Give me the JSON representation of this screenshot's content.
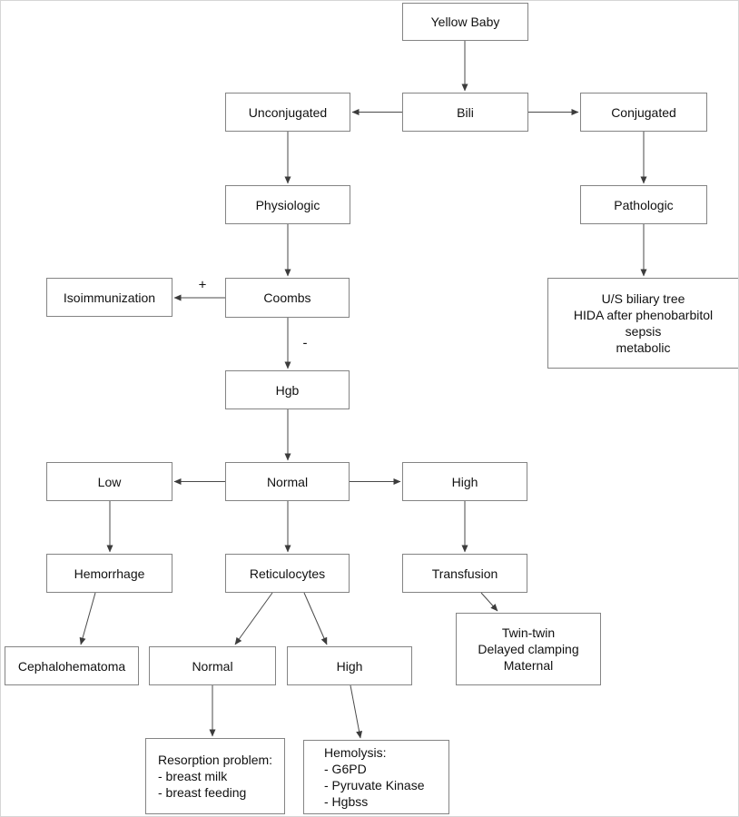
{
  "flowchart": {
    "nodes": [
      {
        "id": "yellow-baby",
        "label": "Yellow Baby"
      },
      {
        "id": "bili",
        "label": "Bili"
      },
      {
        "id": "unconjugated",
        "label": "Unconjugated"
      },
      {
        "id": "conjugated",
        "label": "Conjugated"
      },
      {
        "id": "physiologic",
        "label": "Physiologic"
      },
      {
        "id": "pathologic",
        "label": "Pathologic"
      },
      {
        "id": "isoimmunization",
        "label": "Isoimmunization"
      },
      {
        "id": "coombs",
        "label": "Coombs"
      },
      {
        "id": "conjugated-workup",
        "lines": [
          "U/S biliary tree",
          "HIDA after phenobarbitol",
          "sepsis",
          "metabolic"
        ]
      },
      {
        "id": "hgb",
        "label": "Hgb"
      },
      {
        "id": "hgb-low",
        "label": "Low"
      },
      {
        "id": "hgb-normal",
        "label": "Normal"
      },
      {
        "id": "hgb-high",
        "label": "High"
      },
      {
        "id": "hemorrhage",
        "label": "Hemorrhage"
      },
      {
        "id": "reticulocytes",
        "label": "Reticulocytes"
      },
      {
        "id": "transfusion",
        "label": "Transfusion"
      },
      {
        "id": "cephalohematoma",
        "label": "Cephalohematoma"
      },
      {
        "id": "retic-normal",
        "label": "Normal"
      },
      {
        "id": "retic-high",
        "label": "High"
      },
      {
        "id": "transfusion-causes",
        "lines": [
          "Twin-twin",
          "Delayed clamping",
          "Maternal"
        ]
      },
      {
        "id": "resorption-problem",
        "lines": [
          "Resorption problem:",
          "- breast milk",
          "- breast feeding"
        ]
      },
      {
        "id": "hemolysis",
        "lines": [
          "Hemolysis:",
          "- G6PD",
          "- Pyruvate Kinase",
          "- Hgbss"
        ]
      }
    ],
    "edge_labels": {
      "coombs_positive": "+",
      "coombs_negative": "-"
    },
    "edges": [
      {
        "from": "yellow-baby",
        "to": "bili"
      },
      {
        "from": "bili",
        "to": "unconjugated"
      },
      {
        "from": "bili",
        "to": "conjugated"
      },
      {
        "from": "unconjugated",
        "to": "physiologic"
      },
      {
        "from": "physiologic",
        "to": "coombs"
      },
      {
        "from": "coombs",
        "to": "isoimmunization",
        "label": "+"
      },
      {
        "from": "coombs",
        "to": "hgb",
        "label": "-"
      },
      {
        "from": "conjugated",
        "to": "pathologic"
      },
      {
        "from": "pathologic",
        "to": "conjugated-workup"
      },
      {
        "from": "hgb",
        "to": "hgb-normal"
      },
      {
        "from": "hgb-normal",
        "to": "hgb-low"
      },
      {
        "from": "hgb-normal",
        "to": "hgb-high"
      },
      {
        "from": "hgb-low",
        "to": "hemorrhage"
      },
      {
        "from": "hgb-normal",
        "to": "reticulocytes"
      },
      {
        "from": "hgb-high",
        "to": "transfusion"
      },
      {
        "from": "hemorrhage",
        "to": "cephalohematoma"
      },
      {
        "from": "reticulocytes",
        "to": "retic-normal"
      },
      {
        "from": "reticulocytes",
        "to": "retic-high"
      },
      {
        "from": "transfusion",
        "to": "transfusion-causes"
      },
      {
        "from": "retic-normal",
        "to": "resorption-problem"
      },
      {
        "from": "retic-high",
        "to": "hemolysis"
      }
    ],
    "colors": {
      "background": "#ffffff",
      "box_border": "#848484",
      "arrow_line": "#4a4a4a",
      "text": "#111111"
    }
  }
}
